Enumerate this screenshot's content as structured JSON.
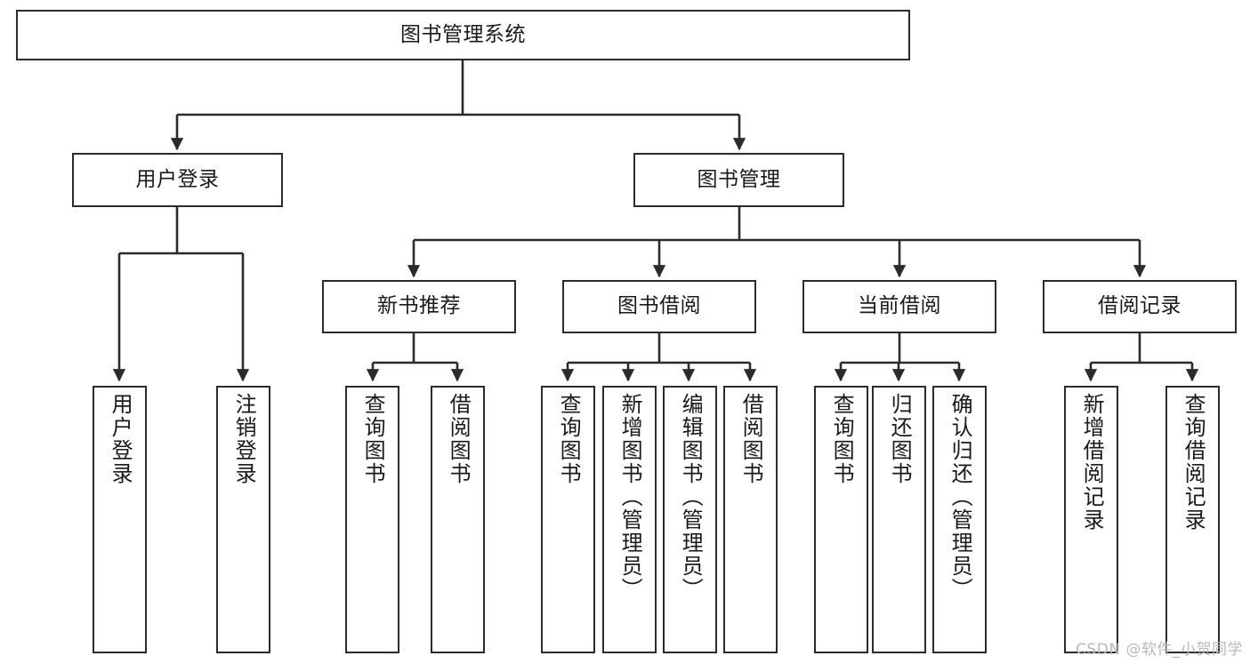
{
  "diagram": {
    "title": "图书管理系统",
    "watermark": "CSDN @软件_小贺同学",
    "stroke_color": "#2b2b2b",
    "background_color": "#ffffff",
    "text_color": "#1a1a1a",
    "watermark_color": "#b9b9b9"
  },
  "nodes": {
    "root": {
      "label": "图书管理系统"
    },
    "level2": [
      {
        "label": "用户登录"
      },
      {
        "label": "图书管理"
      }
    ],
    "level3": [
      {
        "label": "新书推荐"
      },
      {
        "label": "图书借阅"
      },
      {
        "label": "当前借阅"
      },
      {
        "label": "借阅记录"
      }
    ],
    "leaves": {
      "user_login": [
        {
          "label": "用户登录"
        },
        {
          "label": "注销登录"
        }
      ],
      "new_book_recommend": [
        {
          "label": "查询图书"
        },
        {
          "label": "借阅图书"
        }
      ],
      "book_borrow": [
        {
          "label": "查询图书"
        },
        {
          "label": "新增图书（管理员）"
        },
        {
          "label": "编辑图书（管理员）"
        },
        {
          "label": "借阅图书"
        }
      ],
      "current_borrow": [
        {
          "label": "查询图书"
        },
        {
          "label": "归还图书"
        },
        {
          "label": "确认归还（管理员）"
        }
      ],
      "borrow_record": [
        {
          "label": "新增借阅记录"
        },
        {
          "label": "查询借阅记录"
        }
      ]
    }
  }
}
